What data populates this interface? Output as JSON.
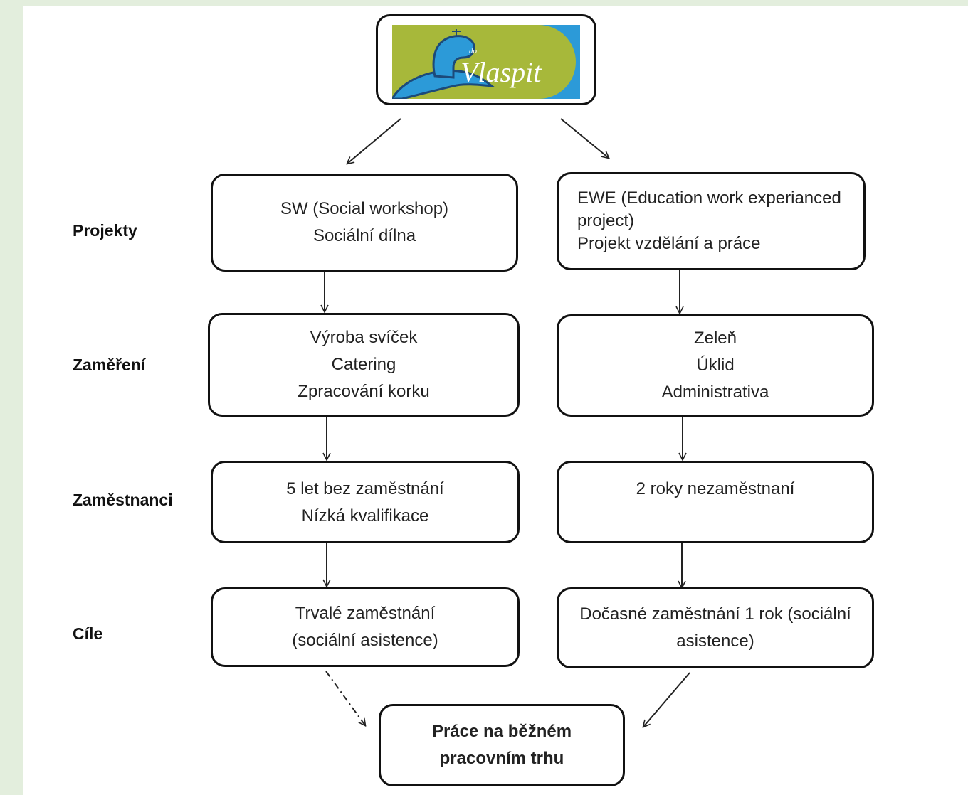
{
  "logo": {
    "text": "Vlaspit",
    "small_text": "do",
    "colors": {
      "background": "#a7b83a",
      "blue": "#2c9ad8",
      "dark": "#1c4a7a",
      "white": "#ffffff"
    }
  },
  "row_labels": {
    "projekty": "Projekty",
    "zamereni": "Zaměření",
    "zamestnanci": "Zaměstnanci",
    "cile": "Cíle"
  },
  "left": {
    "project": [
      "SW (Social workshop)",
      "Sociální dílna"
    ],
    "focus": [
      "Výroba svíček",
      "Catering",
      "Zpracování korku"
    ],
    "employees": [
      "5 let bez zaměstnání",
      "Nízká kvalifikace"
    ],
    "goal": [
      "Trvalé zaměstnání",
      "(sociální asistence)"
    ]
  },
  "right": {
    "project": [
      "EWE (Education work experianced",
      "project)",
      "Projekt vzdělání a práce"
    ],
    "focus": [
      "Zeleň",
      "Úklid",
      "Administrativa"
    ],
    "employees": [
      "2 roky nezaměstnaní"
    ],
    "goal": [
      "Dočasné zaměstnání 1 rok (sociální",
      "asistence)"
    ]
  },
  "final": [
    "Práce na běžném",
    "pracovním trhu"
  ]
}
